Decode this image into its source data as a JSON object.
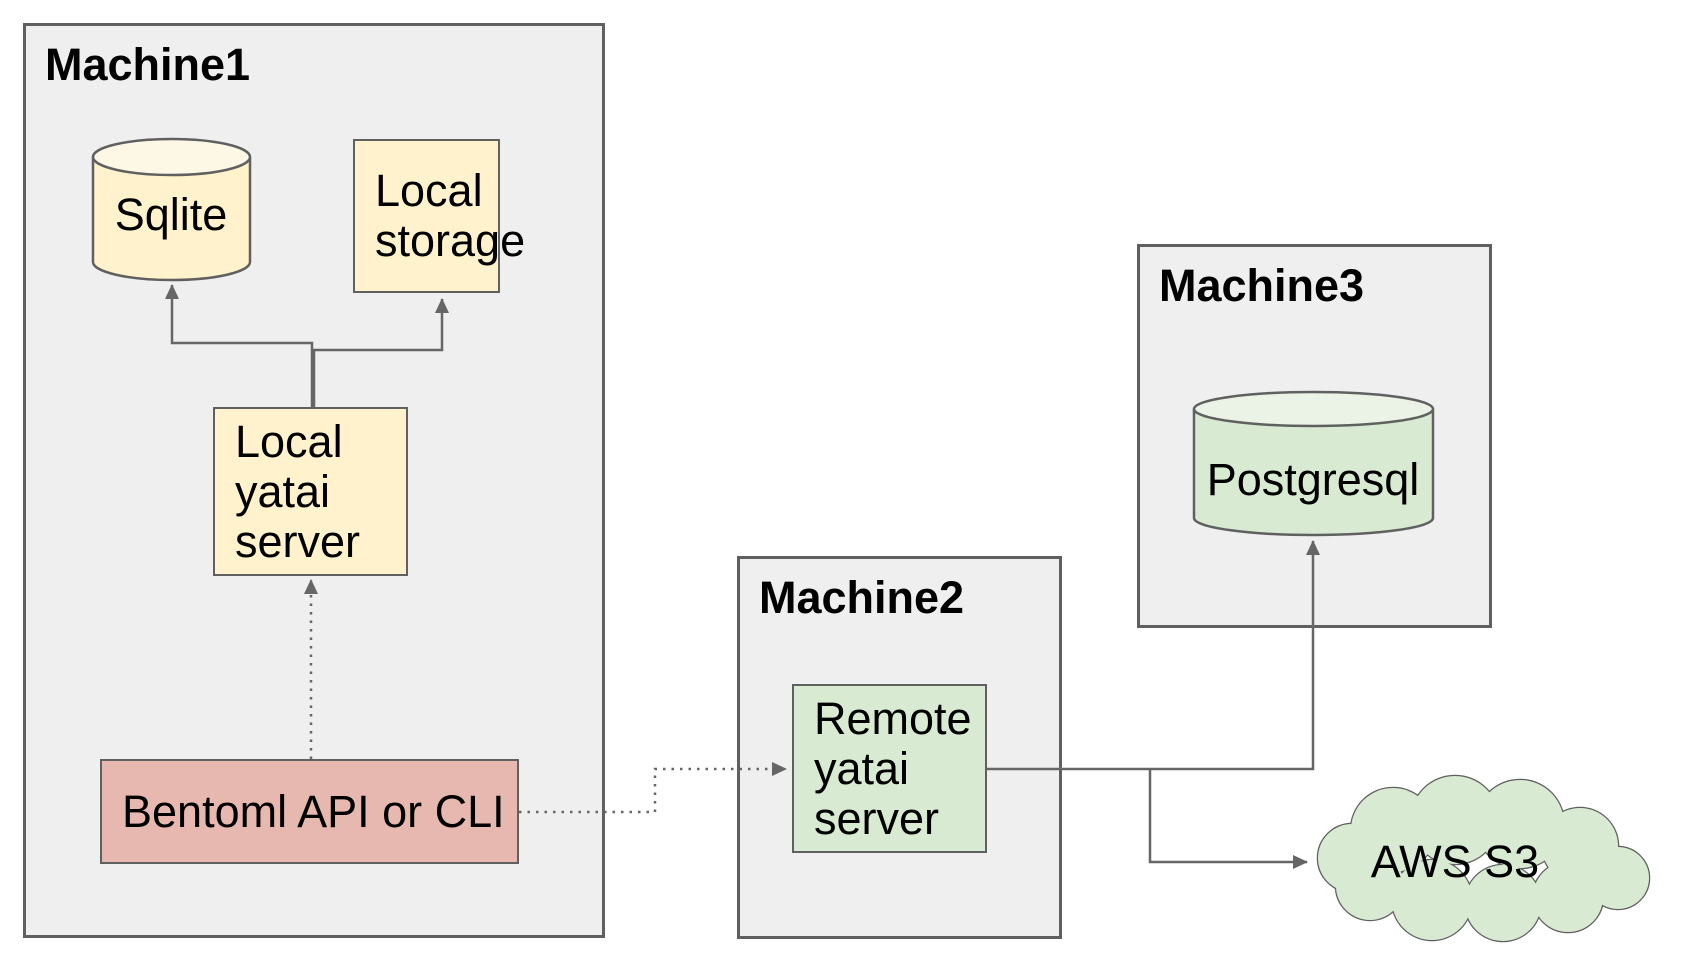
{
  "diagram": {
    "machines": {
      "machine1": {
        "label": "Machine1"
      },
      "machine2": {
        "label": "Machine2"
      },
      "machine3": {
        "label": "Machine3"
      }
    },
    "nodes": {
      "sqlite": {
        "label": "Sqlite",
        "shape": "cylinder",
        "machine": "Machine1"
      },
      "local_storage": {
        "lines": [
          "Local",
          "storage"
        ],
        "shape": "rect",
        "machine": "Machine1"
      },
      "local_yatai_server": {
        "lines": [
          "Local",
          "yatai",
          "server"
        ],
        "shape": "rect",
        "machine": "Machine1"
      },
      "bentoml_api_or_cli": {
        "label": "Bentoml API or CLI",
        "shape": "rect",
        "machine": "Machine1"
      },
      "remote_yatai_server": {
        "lines": [
          "Remote",
          "yatai",
          "server"
        ],
        "shape": "rect",
        "machine": "Machine2"
      },
      "postgresql": {
        "label": "Postgresql",
        "shape": "cylinder",
        "machine": "Machine3"
      },
      "aws_s3": {
        "label": "AWS S3",
        "shape": "cloud",
        "machine": ""
      }
    },
    "edges": [
      {
        "from": "local_yatai_server",
        "to": "sqlite",
        "style": "solid",
        "arrow": "to"
      },
      {
        "from": "local_yatai_server",
        "to": "local_storage",
        "style": "solid",
        "arrow": "to"
      },
      {
        "from": "bentoml_api_or_cli",
        "to": "local_yatai_server",
        "style": "dotted",
        "arrow": "to"
      },
      {
        "from": "bentoml_api_or_cli",
        "to": "remote_yatai_server",
        "style": "dotted",
        "arrow": "to"
      },
      {
        "from": "remote_yatai_server",
        "to": "postgresql",
        "style": "solid",
        "arrow": "to"
      },
      {
        "from": "remote_yatai_server",
        "to": "aws_s3",
        "style": "solid",
        "arrow": "to"
      }
    ],
    "colors": {
      "machine_fill": "#efefef",
      "yellow": "#fff2cc",
      "yellow_top": "#fdf8e6",
      "green": "#d9ead3",
      "green_top": "#eaf3e6",
      "pink": "#e6b8af",
      "border": "#606060",
      "line": "#666666",
      "text": "#000000"
    }
  }
}
